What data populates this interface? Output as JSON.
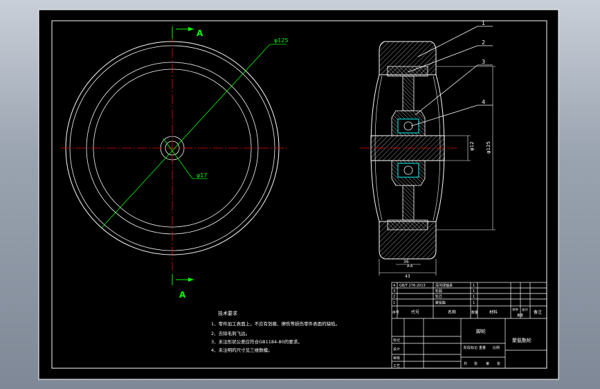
{
  "colors": {
    "background": "#000000",
    "frame": "#ffffff",
    "centerline": "#ff0000",
    "dimension": "#00ff00",
    "section_hatch": "#ffffff",
    "bearing": "#00ffff",
    "viewport": "#a9b1bd"
  },
  "view_labels": {
    "top": "A",
    "bottom": "A"
  },
  "left_view": {
    "dim_outer": "φ125",
    "dim_hub": "φ17"
  },
  "section_view": {
    "balloons": [
      "1",
      "2",
      "3",
      "4"
    ],
    "dim_bore": "φ12",
    "dim_outer": "φ125",
    "dim_hub_width": "36",
    "dim_width": "43",
    "note": "A-A"
  },
  "tech_notes": {
    "title": "技术要求",
    "items": [
      "1、零件加工表面上，不应有划痕、擦伤等损伤零件表面的缺陷。",
      "2、去除毛刺飞边。",
      "3、未注形状公差应符合GB1184-80的要求。",
      "4、未注明的尺寸见三维数模。"
    ]
  },
  "title_block": {
    "bom_rows": [
      {
        "no": "4",
        "code": "GB/T 276-2013",
        "name": "深沟球轴承",
        "qty": "1",
        "material": "",
        "mark": ""
      },
      {
        "no": "3",
        "code": "",
        "name": "轮毂",
        "qty": "1",
        "material": "",
        "mark": ""
      },
      {
        "no": "2",
        "code": "",
        "name": "轮芯",
        "qty": "1",
        "material": "",
        "mark": ""
      },
      {
        "no": "1",
        "code": "",
        "name": "聚氨酯",
        "qty": "1",
        "material": "",
        "mark": ""
      }
    ],
    "headers": {
      "no": "序号",
      "code": "代号",
      "name": "名称",
      "qty": "数量",
      "material": "材料",
      "unit_weight": "单件",
      "total_weight": "总计",
      "weight": "重量",
      "remark": "备注"
    },
    "center_label": "脚轮",
    "drawing_title": "聚氨酯轮",
    "rows_left": [
      "标记",
      "设计",
      "审核",
      "工艺"
    ],
    "stage_labels": [
      "阶段标记",
      "重量",
      "比例"
    ],
    "sheet_labels": [
      "共",
      "张",
      "第",
      "张"
    ]
  }
}
